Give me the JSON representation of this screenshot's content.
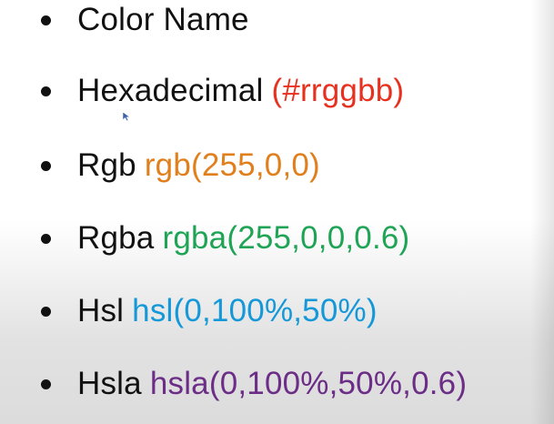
{
  "slide": {
    "items": [
      {
        "label": "Color Name",
        "value": "",
        "color": "#111111"
      },
      {
        "label": "Hexadecimal",
        "value": "(#rrggbb)",
        "color": "#e8301f"
      },
      {
        "label": "Rgb",
        "value": "rgb(255,0,0)",
        "color": "#e07f1c"
      },
      {
        "label": "Rgba",
        "value": "rgba(255,0,0,0.6)",
        "color": "#1fa456"
      },
      {
        "label": "Hsl",
        "value": "hsl(0,100%,50%)",
        "color": "#1598d8"
      },
      {
        "label": "Hsla",
        "value": "hsla(0,100%,50%,0.6)",
        "color": "#6b2d86"
      }
    ]
  },
  "icons": {
    "bullet": "bullet-icon",
    "cursor": "mouse-pointer-icon"
  }
}
